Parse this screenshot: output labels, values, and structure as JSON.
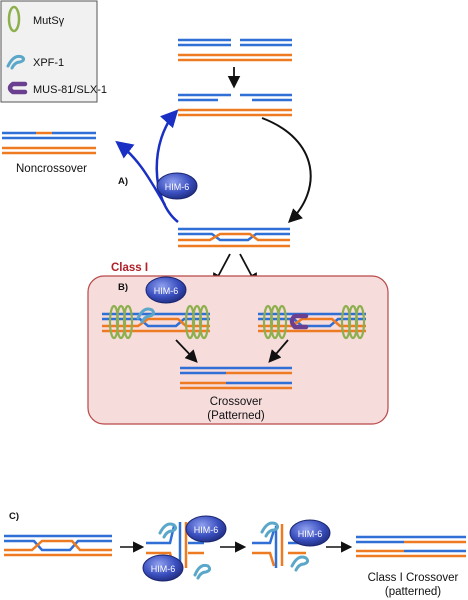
{
  "legend": {
    "items": [
      {
        "label": "MutSγ",
        "icon": "green-ring-icon",
        "color": "#8db04e"
      },
      {
        "label": "XPF-1",
        "icon": "xpf1-hook-icon",
        "color": "#5aa7c9"
      },
      {
        "label": "MUS-81/SLX-1",
        "icon": "mus81-clamp-icon",
        "color": "#6a3f8f"
      }
    ]
  },
  "panels": {
    "a": "A)",
    "b": "B)",
    "c": "C)"
  },
  "labels": {
    "noncrossover": "Noncrossover",
    "class_one": "Class I",
    "crossover": "Crossover",
    "patterned": "(Patterned)",
    "class_one_crossover": "Class I Crossover",
    "patterned_lower": "(patterned)",
    "him6": "HIM-6"
  },
  "colors": {
    "blue_strand": "#2f6fd6",
    "orange_strand": "#ee7b22",
    "dark_arrow": "#111111",
    "blue_arrow": "#1a2fc4",
    "class_one_fill": "#f7dcdc",
    "class_one_border": "#b84848",
    "class_one_title": "#b0212a",
    "him6_fill": "#3a4fbf"
  }
}
